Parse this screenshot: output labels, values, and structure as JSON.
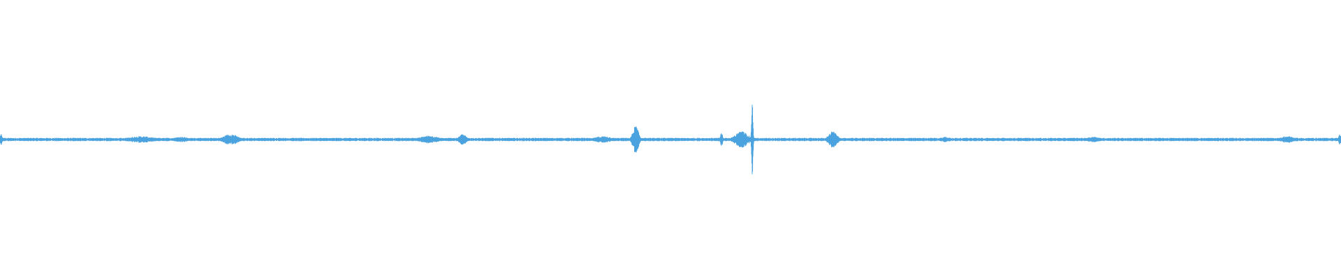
{
  "waveform": {
    "color": "#4aa3df",
    "background": "#ffffff",
    "baseline_fraction": 0.5,
    "noise_amplitude": 0.006,
    "bursts": [
      {
        "position": 0.001,
        "width": 0.003,
        "amplitude": 0.02
      },
      {
        "position": 0.105,
        "width": 0.035,
        "amplitude": 0.012
      },
      {
        "position": 0.135,
        "width": 0.02,
        "amplitude": 0.01
      },
      {
        "position": 0.172,
        "width": 0.02,
        "amplitude": 0.02
      },
      {
        "position": 0.32,
        "width": 0.025,
        "amplitude": 0.014
      },
      {
        "position": 0.345,
        "width": 0.01,
        "amplitude": 0.02
      },
      {
        "position": 0.45,
        "width": 0.025,
        "amplitude": 0.012
      },
      {
        "position": 0.474,
        "width": 0.008,
        "amplitude": 0.05
      },
      {
        "position": 0.538,
        "width": 0.003,
        "amplitude": 0.03
      },
      {
        "position": 0.553,
        "width": 0.018,
        "amplitude": 0.03
      },
      {
        "position": 0.561,
        "width": 0.002,
        "amplitude": 0.14
      },
      {
        "position": 0.621,
        "width": 0.012,
        "amplitude": 0.03
      },
      {
        "position": 0.705,
        "width": 0.015,
        "amplitude": 0.01
      },
      {
        "position": 0.815,
        "width": 0.02,
        "amplitude": 0.01
      },
      {
        "position": 0.96,
        "width": 0.02,
        "amplitude": 0.012
      },
      {
        "position": 0.999,
        "width": 0.003,
        "amplitude": 0.02
      }
    ]
  }
}
